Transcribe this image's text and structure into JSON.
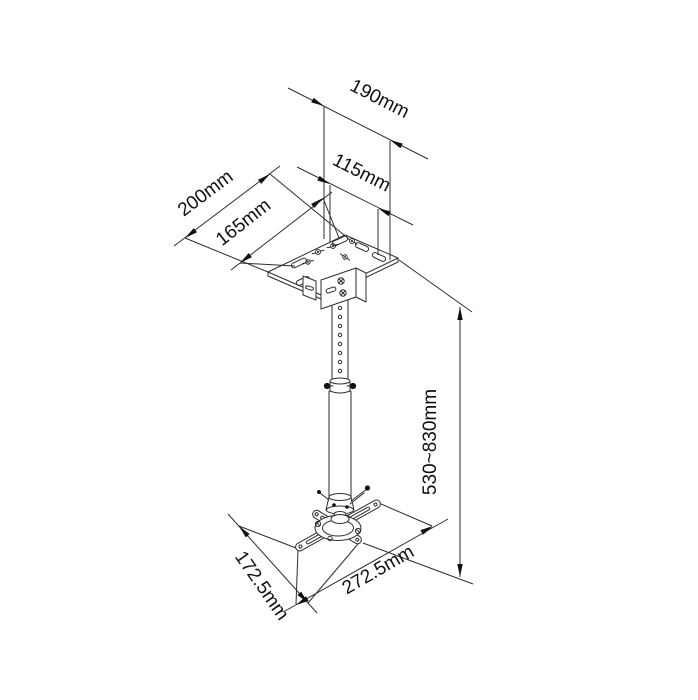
{
  "drawing": {
    "background": "#ffffff",
    "line_color": "#2d2d2d",
    "text_color": "#111111",
    "dimensions": {
      "plate_width_outer": "190mm",
      "plate_width_inner": "115mm",
      "plate_length_outer": "200mm",
      "plate_length_inner": "165mm",
      "drop_height_range": "530~830mm",
      "head_span_short": "172.5mm",
      "head_span_long": "272.5mm"
    }
  }
}
